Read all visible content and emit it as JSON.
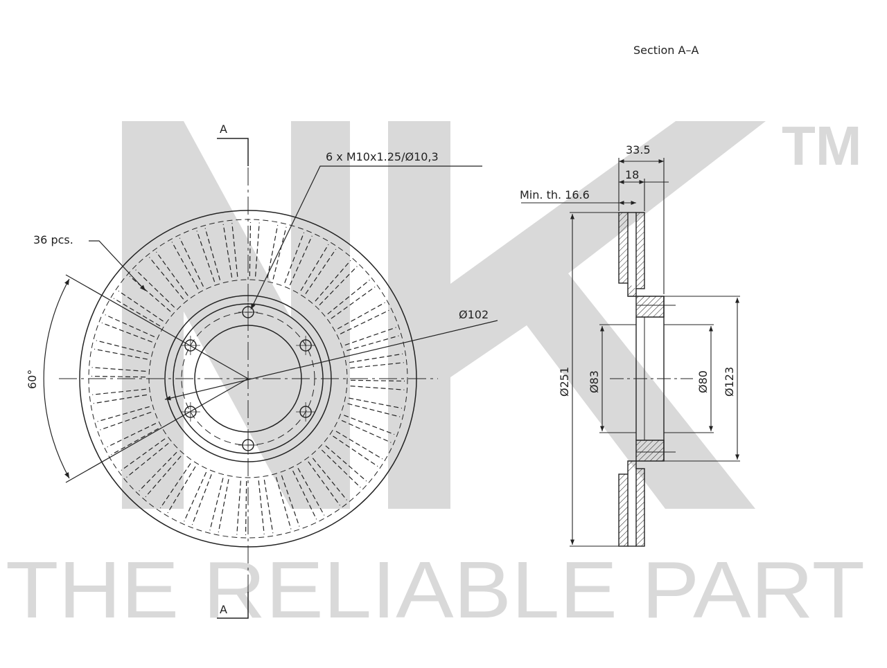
{
  "watermark": {
    "logo": "NK",
    "trademark": "TM",
    "tagline": "THE RELIABLE PART"
  },
  "section_title": "Section  A–A",
  "labels": {
    "section_mark_top": "A",
    "section_mark_bottom": "A",
    "bolt_spec": "6  x  M10x1.25/Ø10,3",
    "vane_count": "36  pcs.",
    "angle": "60°",
    "pcd": "Ø102",
    "overall_thickness": "33.5",
    "disc_thickness": "18",
    "min_thickness": "Min.  th.  16.6",
    "outer_diameter": "Ø251",
    "center_bore_inner": "Ø83",
    "center_bore_outer": "Ø80",
    "hat_diameter": "Ø123"
  },
  "colors": {
    "line": "#222222",
    "watermark": "#d9d9d9"
  }
}
